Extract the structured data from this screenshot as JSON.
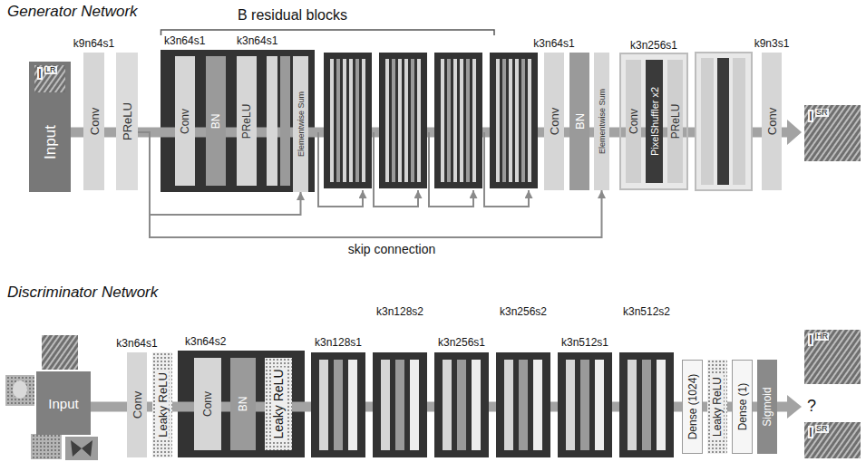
{
  "diagram": {
    "nodes": [
      {
        "text": [
          "Input"
        ]
      },
      {
        "text": [
          "k9n64s1",
          "Conv"
        ]
      },
      {
        "text": [
          "PReLU"
        ]
      },
      {
        "text": [
          "k3n64s1",
          "k3n64s1"
        ]
      },
      {
        "text": [
          "Conv"
        ],
        "in": 3
      },
      {
        "text": [
          "BN"
        ],
        "in": 3
      },
      {
        "text": [
          "PReLU"
        ],
        "in": 3
      },
      {
        "text": [
          "Elementwise Sum"
        ],
        "in": 3
      },
      {
        "text": [
          "k3n64s1",
          "Conv"
        ]
      },
      {
        "text": [
          "BN"
        ]
      },
      {
        "text": [
          "Elementwise Sum"
        ]
      },
      {
        "text": [
          "k3n256s1"
        ]
      },
      {
        "text": [
          "Conv"
        ],
        "in": 11
      },
      {
        "text": [
          "PixelShuffler x2"
        ],
        "in": 11
      },
      {
        "text": [
          "PReLU"
        ],
        "in": 11
      },
      {
        "text": [
          "k9n3s1",
          "Conv"
        ]
      },
      {
        "text": [
          "Input"
        ]
      },
      {
        "text": [
          "k3n64s1",
          "Conv"
        ]
      },
      {
        "text": [
          "Leaky ReLU"
        ]
      },
      {
        "text": [
          "k3n64s2"
        ]
      },
      {
        "text": [
          "Conv"
        ],
        "in": 19
      },
      {
        "text": [
          "BN"
        ],
        "in": 19
      },
      {
        "text": [
          "Leaky ReLU"
        ],
        "in": 19
      },
      {
        "text": [
          "Dense (1024)"
        ]
      },
      {
        "text": [
          "Leaky ReLU"
        ]
      },
      {
        "text": [
          "Dense (1)"
        ]
      },
      {
        "text": [
          "Sigmoid"
        ]
      }
    ],
    "edges": [
      {
        "from": 0,
        "to": 1,
        "arrow": "none"
      },
      {
        "from": 1,
        "to": 2,
        "arrow": "none"
      },
      {
        "from": 2,
        "to": 3,
        "arrow": "none"
      },
      {
        "from": 4,
        "to": 5,
        "arrow": "none"
      },
      {
        "from": 5,
        "to": 6,
        "arrow": "none"
      },
      {
        "from": 6,
        "to": 7,
        "arrow": "none"
      },
      {
        "from": 3,
        "to": 8,
        "arrow": "none"
      },
      {
        "from": 8,
        "to": 9,
        "arrow": "none"
      },
      {
        "from": 9,
        "to": 10,
        "arrow": "none"
      },
      {
        "from": 10,
        "to": 11,
        "arrow": "none"
      },
      {
        "from": 12,
        "to": 13,
        "arrow": "none"
      },
      {
        "from": 13,
        "to": 14,
        "arrow": "none"
      },
      {
        "from": 11,
        "to": 15,
        "arrow": "none"
      },
      {
        "from": 2,
        "to": 7,
        "arrow": "to"
      },
      {
        "from": 2,
        "to": 10,
        "arrow": "to"
      },
      {
        "from": 16,
        "to": 17,
        "arrow": "none"
      },
      {
        "from": 17,
        "to": 18,
        "arrow": "none"
      },
      {
        "from": 18,
        "to": 19,
        "arrow": "none"
      },
      {
        "from": 20,
        "to": 21,
        "arrow": "none"
      },
      {
        "from": 21,
        "to": 22,
        "arrow": "none"
      },
      {
        "from": 19,
        "to": 23,
        "arrow": "none"
      },
      {
        "from": 23,
        "to": 24,
        "arrow": "none"
      },
      {
        "from": 24,
        "to": 25,
        "arrow": "none"
      },
      {
        "from": 25,
        "to": 26,
        "arrow": "none"
      }
    ],
    "labels": [
      "Generator Network",
      "B residual blocks",
      "I",
      "LR",
      "skip connection",
      "I",
      "SR",
      "Discriminator Network",
      "k3n128s1",
      "k3n128s2",
      "k3n256s1",
      "k3n256s2",
      "k3n512s1",
      "k3n512s2",
      "I",
      "HR",
      "?",
      "I",
      "SR"
    ]
  }
}
